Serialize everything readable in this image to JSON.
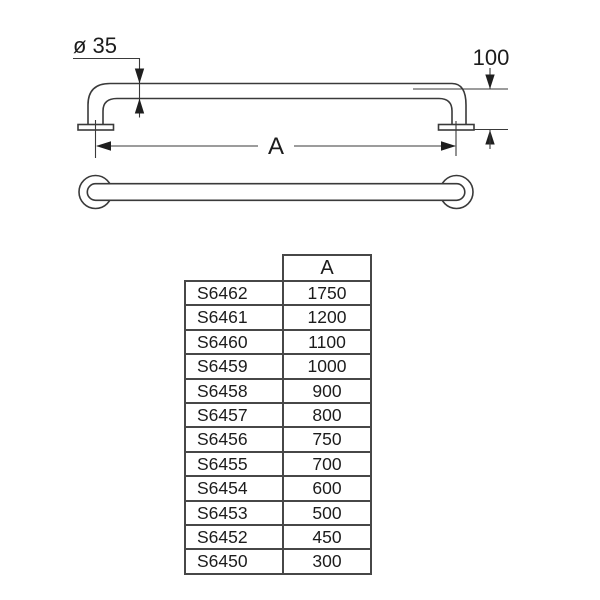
{
  "drawing": {
    "side_view": {
      "diameter_label": "ø 35",
      "wall_offset_label": "100",
      "length_label": "A"
    }
  },
  "table": {
    "column_header": "A",
    "rows": [
      {
        "code": "S6462",
        "a": "1750"
      },
      {
        "code": "S6461",
        "a": "1200"
      },
      {
        "code": "S6460",
        "a": "1100"
      },
      {
        "code": "S6459",
        "a": "1000"
      },
      {
        "code": "S6458",
        "a": "900"
      },
      {
        "code": "S6457",
        "a": "800"
      },
      {
        "code": "S6456",
        "a": "750"
      },
      {
        "code": "S6455",
        "a": "700"
      },
      {
        "code": "S6454",
        "a": "600"
      },
      {
        "code": "S6453",
        "a": "500"
      },
      {
        "code": "S6452",
        "a": "450"
      },
      {
        "code": "S6450",
        "a": "300"
      }
    ]
  },
  "colors": {
    "line": "#3a3a3a",
    "table_border": "#474747",
    "text": "#1c1c1c",
    "background": "#ffffff"
  }
}
